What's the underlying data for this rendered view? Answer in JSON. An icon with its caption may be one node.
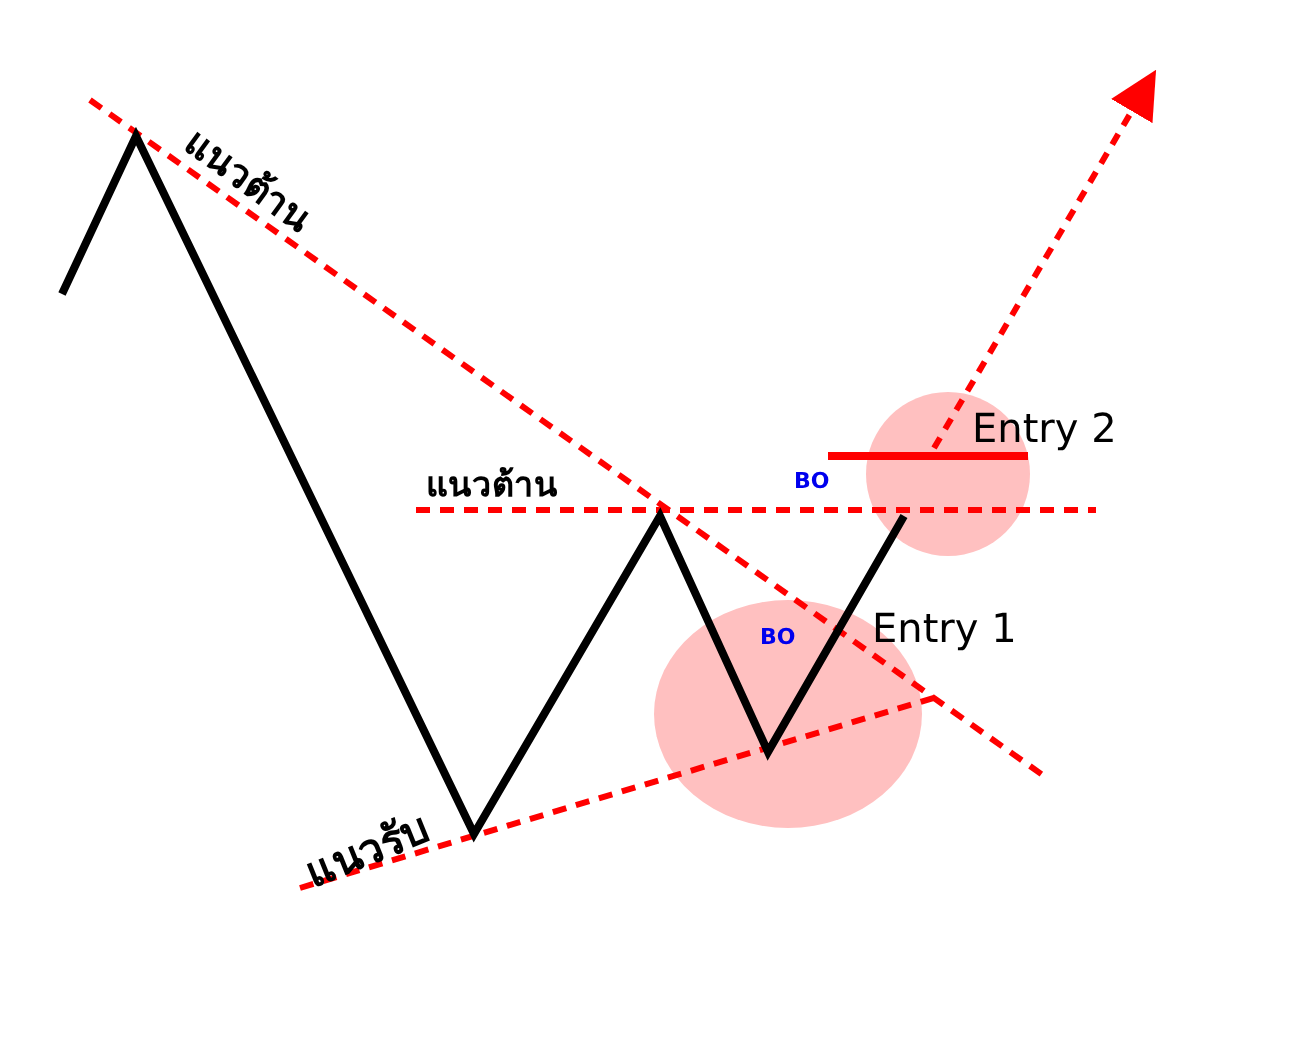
{
  "diagram": {
    "labels": [
      "แนวต้าน",
      "Entry 2",
      "แนวต้าน",
      "BO",
      "BO",
      "Entry 1",
      "แนวรับ"
    ]
  }
}
